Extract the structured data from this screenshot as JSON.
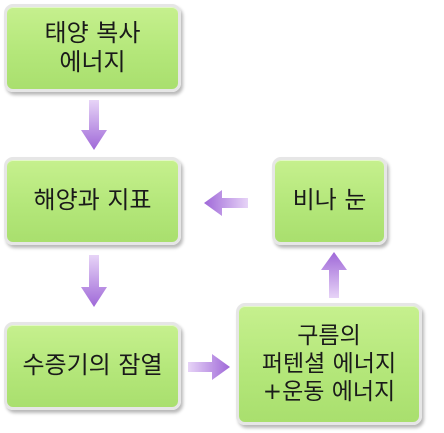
{
  "nodes": {
    "solar": {
      "lines": [
        "태양 복사",
        "에너지"
      ]
    },
    "ocean": {
      "lines": [
        "해양과 지표"
      ]
    },
    "evap": {
      "lines": [
        "수증기의 잠열"
      ]
    },
    "cloud": {
      "lines": [
        "구름의",
        "퍼텐셜 에너지",
        "+운동 에너지"
      ]
    },
    "rain": {
      "lines": [
        "비나 눈"
      ]
    }
  },
  "colors": {
    "box_fill": "#b4e77a",
    "box_border": "#e6e6e6",
    "arrow": "#b07ee0"
  }
}
